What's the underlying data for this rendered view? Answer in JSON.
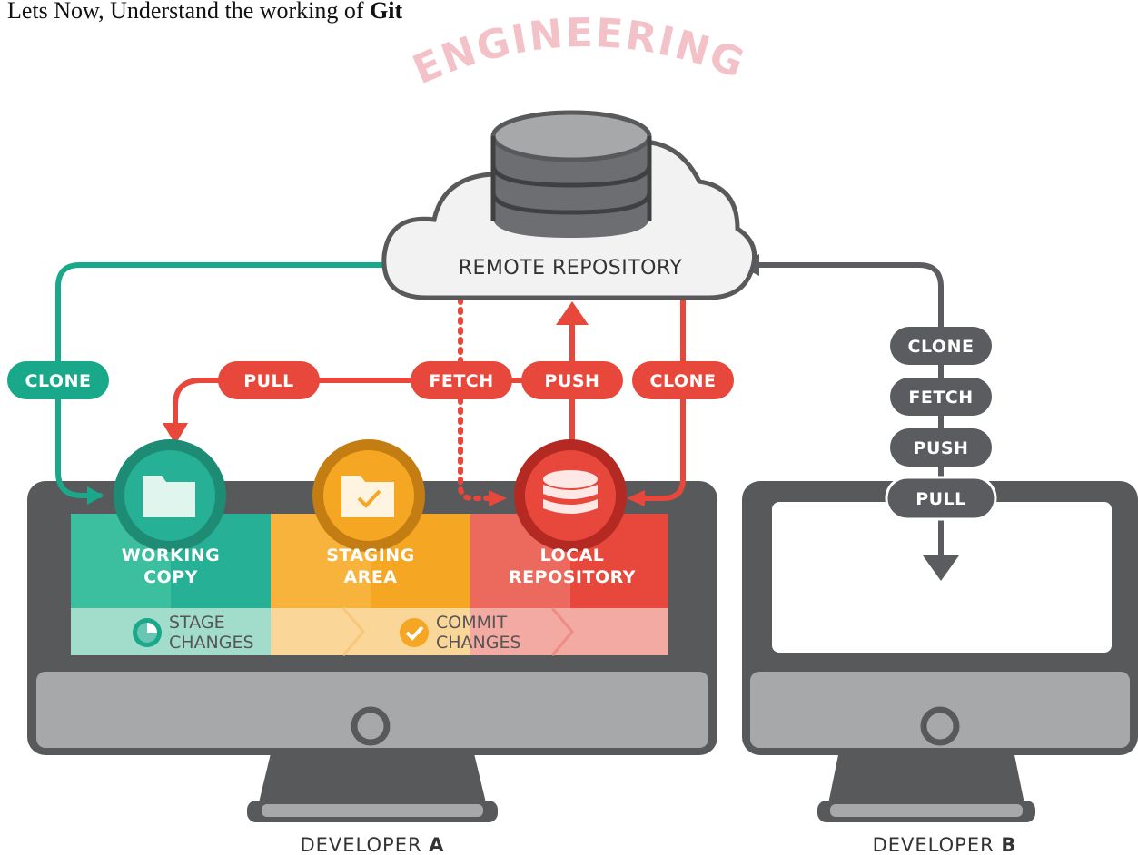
{
  "intro": {
    "prefix": "Lets Now, Understand the working of ",
    "bold": "Git"
  },
  "watermark": "ENGINEERING",
  "remote": {
    "label": "REMOTE REPOSITORY"
  },
  "arrows_a": {
    "clone_green": "CLONE",
    "pull": "PULL",
    "fetch": "FETCH",
    "push": "PUSH",
    "clone_red": "CLONE"
  },
  "developer_a": {
    "label": "DEVELOPER ",
    "letter": "A",
    "panels": {
      "working": [
        "WORKING",
        "COPY"
      ],
      "staging": [
        "STAGING",
        "AREA"
      ],
      "local": [
        "LOCAL",
        "REPOSITORY"
      ]
    },
    "steps": {
      "stage": [
        "STAGE",
        "CHANGES"
      ],
      "commit": [
        "COMMIT",
        "CHANGES"
      ]
    }
  },
  "developer_b": {
    "label": "DEVELOPER ",
    "letter": "B",
    "ops": [
      "CLONE",
      "FETCH",
      "PUSH",
      "PULL"
    ]
  },
  "colors": {
    "green": "#1aa88a",
    "orange": "#f5a623",
    "red": "#e8473c",
    "gray": "#5a5c60",
    "monitor": "#58595b"
  }
}
